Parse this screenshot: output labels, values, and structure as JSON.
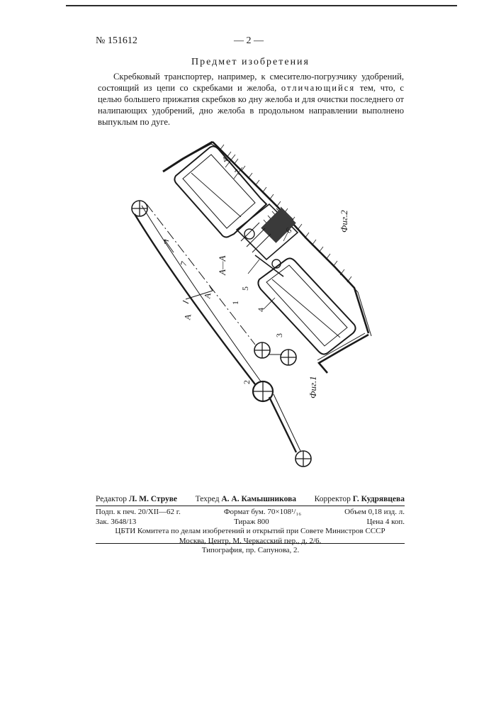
{
  "header": {
    "patent_number": "№ 151612",
    "page_number": "— 2 —"
  },
  "claims": {
    "title": "Предмет изобретения",
    "text_before": "Скребковый транспортер, например, к смесителю-погрузчику удобрений, состоящий из цепи со скребками и желоба, ",
    "spaced_phrase": "отличающийся",
    "text_after": " тем, что, с целью большего прижатия скребков ко дну желоба и для очистки последнего от налипающих удобрений, дно желоба в продольном направлении выполнено выпуклым по дуге."
  },
  "figure": {
    "fig1_label": "Фиг.1",
    "fig2_label": "Фиг.2",
    "section_label": "А—А",
    "section_mark_a": "А",
    "part_labels": {
      "chain": "1",
      "sprocket": "2",
      "roller": "3",
      "scraper": "4",
      "bolt": "5",
      "pad": "6",
      "trough": "7"
    }
  },
  "credits": {
    "editor_role": "Редактор",
    "editor_name": "Л. М. Струве",
    "tech_role": "Техред",
    "tech_name": "А. А. Камышникова",
    "proof_role": "Корректор",
    "proof_name": "Г. Кудрявцева"
  },
  "imprint": {
    "signed": "Подп. к печ. 20/XII—62 г.",
    "format": "Формат бум. 70×108¹/₁₆",
    "volume": "Объем 0,18 изд. л.",
    "order": "Зак. 3648/13",
    "circulation": "Тираж 800",
    "price": "Цена 4 коп.",
    "publisher": "ЦБТИ Комитета по делам изобретений и открытий при Совете Министров СССР",
    "address": "Москва, Центр, М. Черкасский пер., д. 2/6.",
    "printer": "Типография, пр. Сапунова, 2."
  }
}
